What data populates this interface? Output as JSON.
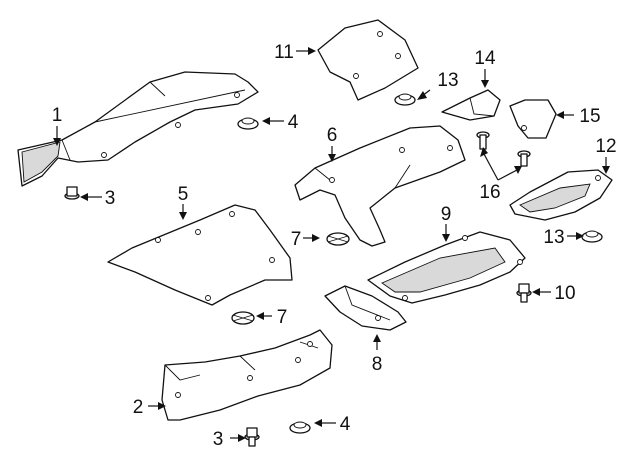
{
  "callouts": [
    "1",
    "2",
    "3",
    "3",
    "4",
    "4",
    "5",
    "6",
    "7",
    "7",
    "8",
    "9",
    "10",
    "11",
    "12",
    "13",
    "13",
    "14",
    "15",
    "16"
  ],
  "colors": {
    "line": "#111111",
    "background": "#ffffff",
    "fill": "#ffffff"
  }
}
